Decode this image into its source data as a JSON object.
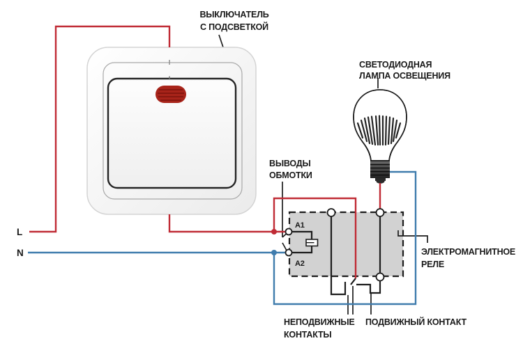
{
  "power": {
    "line": "L",
    "neutral": "N"
  },
  "switch": {
    "label1": "ВЫКЛЮЧАТЕЛЬ",
    "label2": "С ПОДСВЕТКОЙ"
  },
  "lamp": {
    "label1": "СВЕТОДИОДНАЯ",
    "label2": "ЛАМПА ОСВЕЩЕНИЯ"
  },
  "winding": {
    "label1": "ВЫВОДЫ",
    "label2": "ОБМОТКИ"
  },
  "relay": {
    "label1": "ЭЛЕКТРОМАГНИТНОЕ",
    "label2": "РЕЛЕ",
    "a1": "A1",
    "a2": "A2"
  },
  "contacts": {
    "fixed1": "НЕПОДВИЖНЫЕ",
    "fixed2": "КОНТАКТЫ",
    "moving": "ПОДВИЖНЫЙ КОНТАКТ"
  },
  "colors": {
    "wire_red": "#c02b35",
    "wire_blue": "#3f7cad",
    "line_black": "#1c1c1c",
    "relay_fill": "#d2d2d2",
    "indicator_red": "#a8241a"
  }
}
